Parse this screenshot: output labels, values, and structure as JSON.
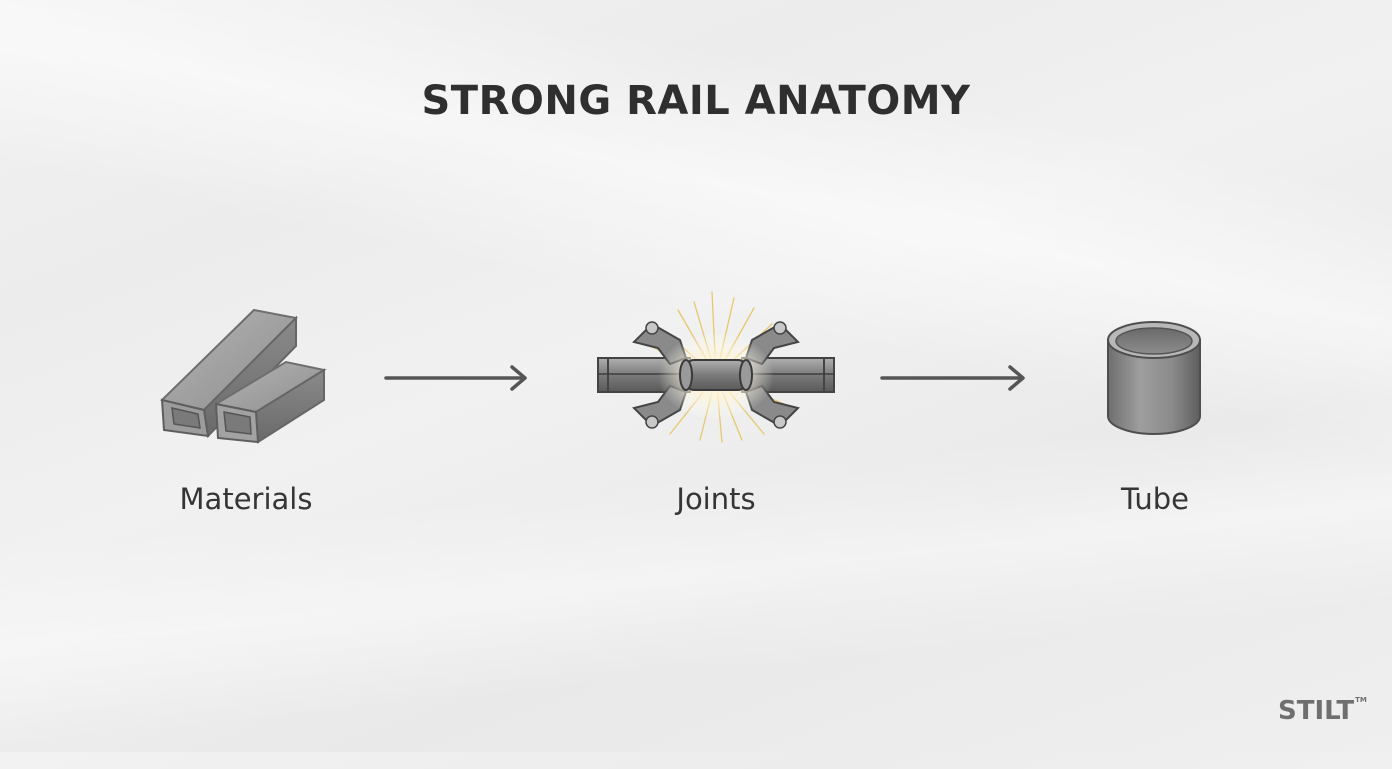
{
  "diagram": {
    "title": "STRONG RAIL ANATOMY",
    "steps": [
      {
        "label": "Materials",
        "icon": "steel-beams-icon"
      },
      {
        "label": "Joints",
        "icon": "welded-joint-icon"
      },
      {
        "label": "Tube",
        "icon": "steel-tube-icon"
      }
    ],
    "connectors": [
      "arrow-right-icon",
      "arrow-right-icon"
    ]
  },
  "branding": {
    "logo": "STILT",
    "trademark": "TM"
  },
  "colors": {
    "background": "#efefef",
    "title": "#2f2f2f",
    "metal": "#8a8a8a",
    "arrow": "#555555",
    "spark": "#e8c86a"
  }
}
